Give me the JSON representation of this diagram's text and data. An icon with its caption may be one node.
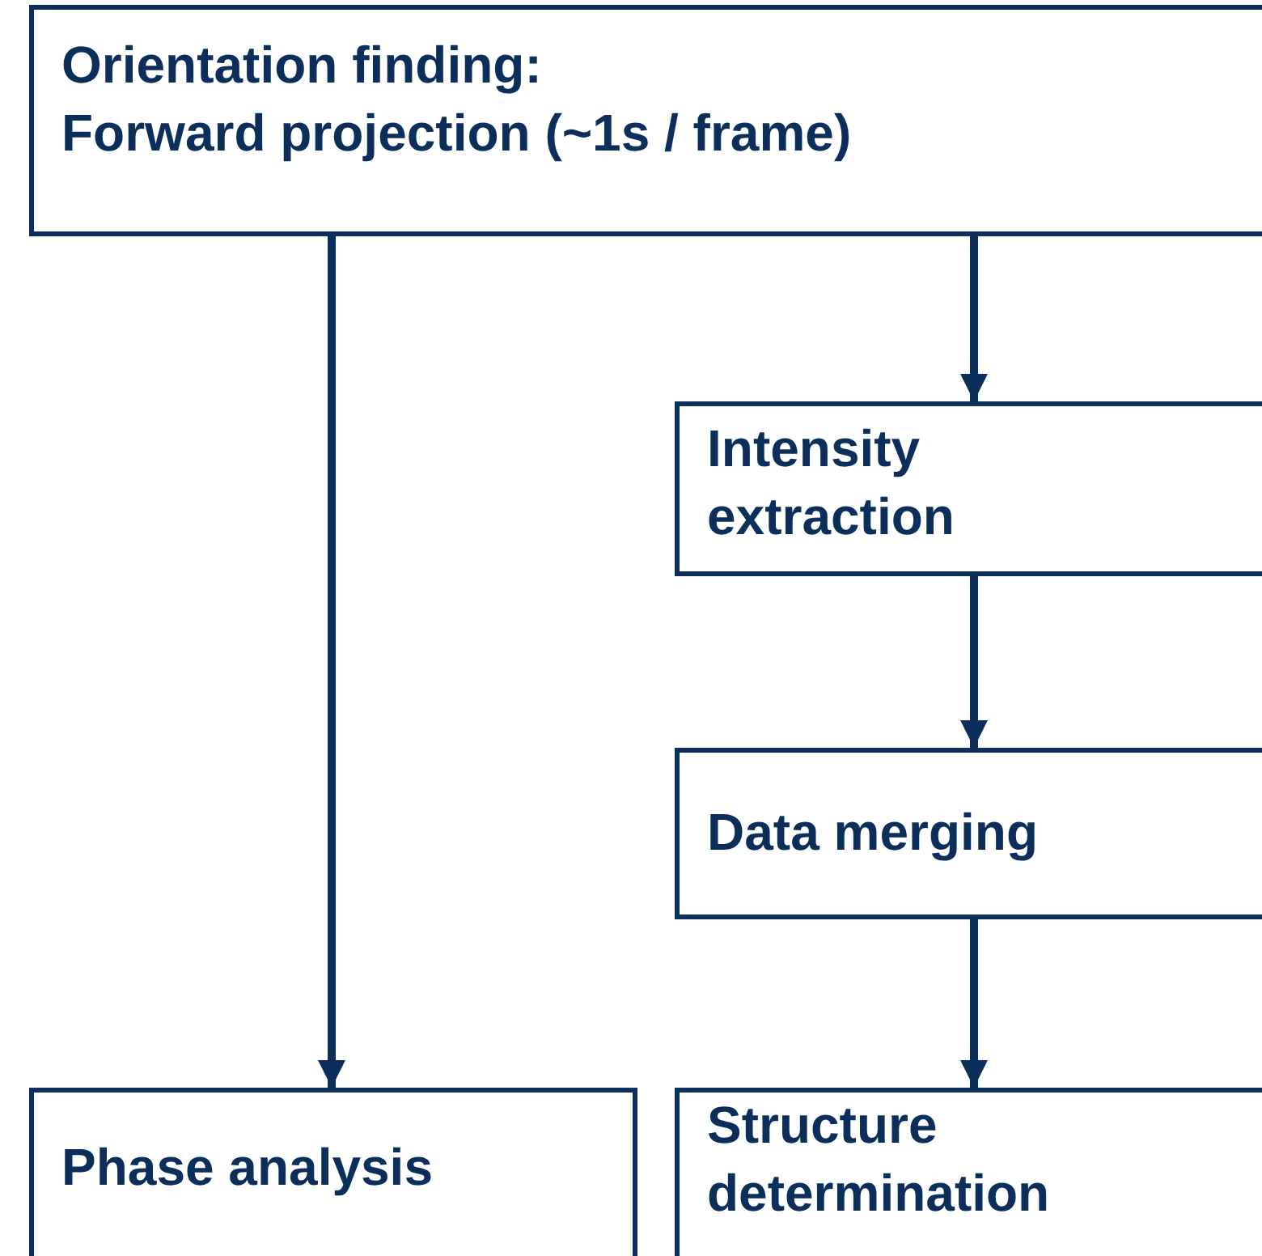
{
  "diagram": {
    "nodes": [
      {
        "text": [
          "Orientation finding:",
          "Forward projection (~1s / frame)"
        ]
      },
      {
        "text": [
          "Intensity extraction"
        ]
      },
      {
        "text": [
          "Data merging"
        ]
      },
      {
        "text": [
          "Phase analysis"
        ]
      },
      {
        "text": [
          "Structure determination"
        ]
      }
    ],
    "edges": [
      {
        "from": 0,
        "to": 3,
        "arrow": "to"
      },
      {
        "from": 0,
        "to": 1,
        "arrow": "to"
      },
      {
        "from": 1,
        "to": 2,
        "arrow": "to"
      },
      {
        "from": 2,
        "to": 4,
        "arrow": "to"
      }
    ]
  }
}
